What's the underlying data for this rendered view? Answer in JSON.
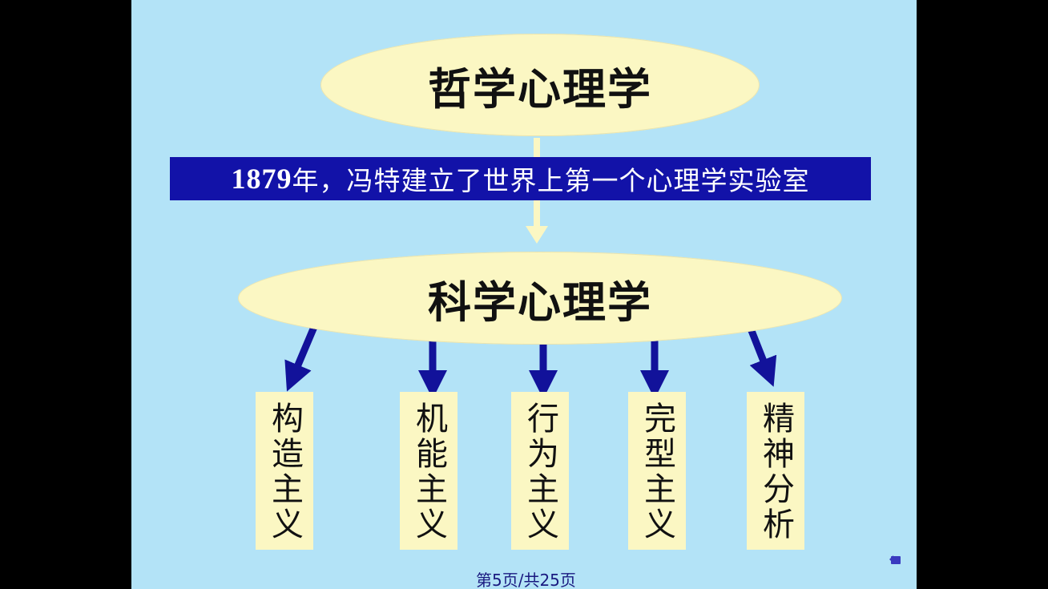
{
  "diagram": {
    "top_node": "哲学心理学",
    "banner": {
      "year": "1879",
      "text": "年，冯特建立了世界上第一个心理学实验室"
    },
    "middle_node": "科学心理学",
    "schools": [
      {
        "label": "构造主义"
      },
      {
        "label": "机能主义"
      },
      {
        "label": "行为主义"
      },
      {
        "label": "完型主义"
      },
      {
        "label": "精神分析"
      }
    ]
  },
  "footer": {
    "page_text": "第5页/共25页"
  },
  "colors": {
    "slide_background": "#b3e3f7",
    "node_fill": "#fbf7c3",
    "banner_fill": "#1212a8",
    "arrow_dark": "#12129a",
    "arrow_light": "#fbf7c3"
  }
}
